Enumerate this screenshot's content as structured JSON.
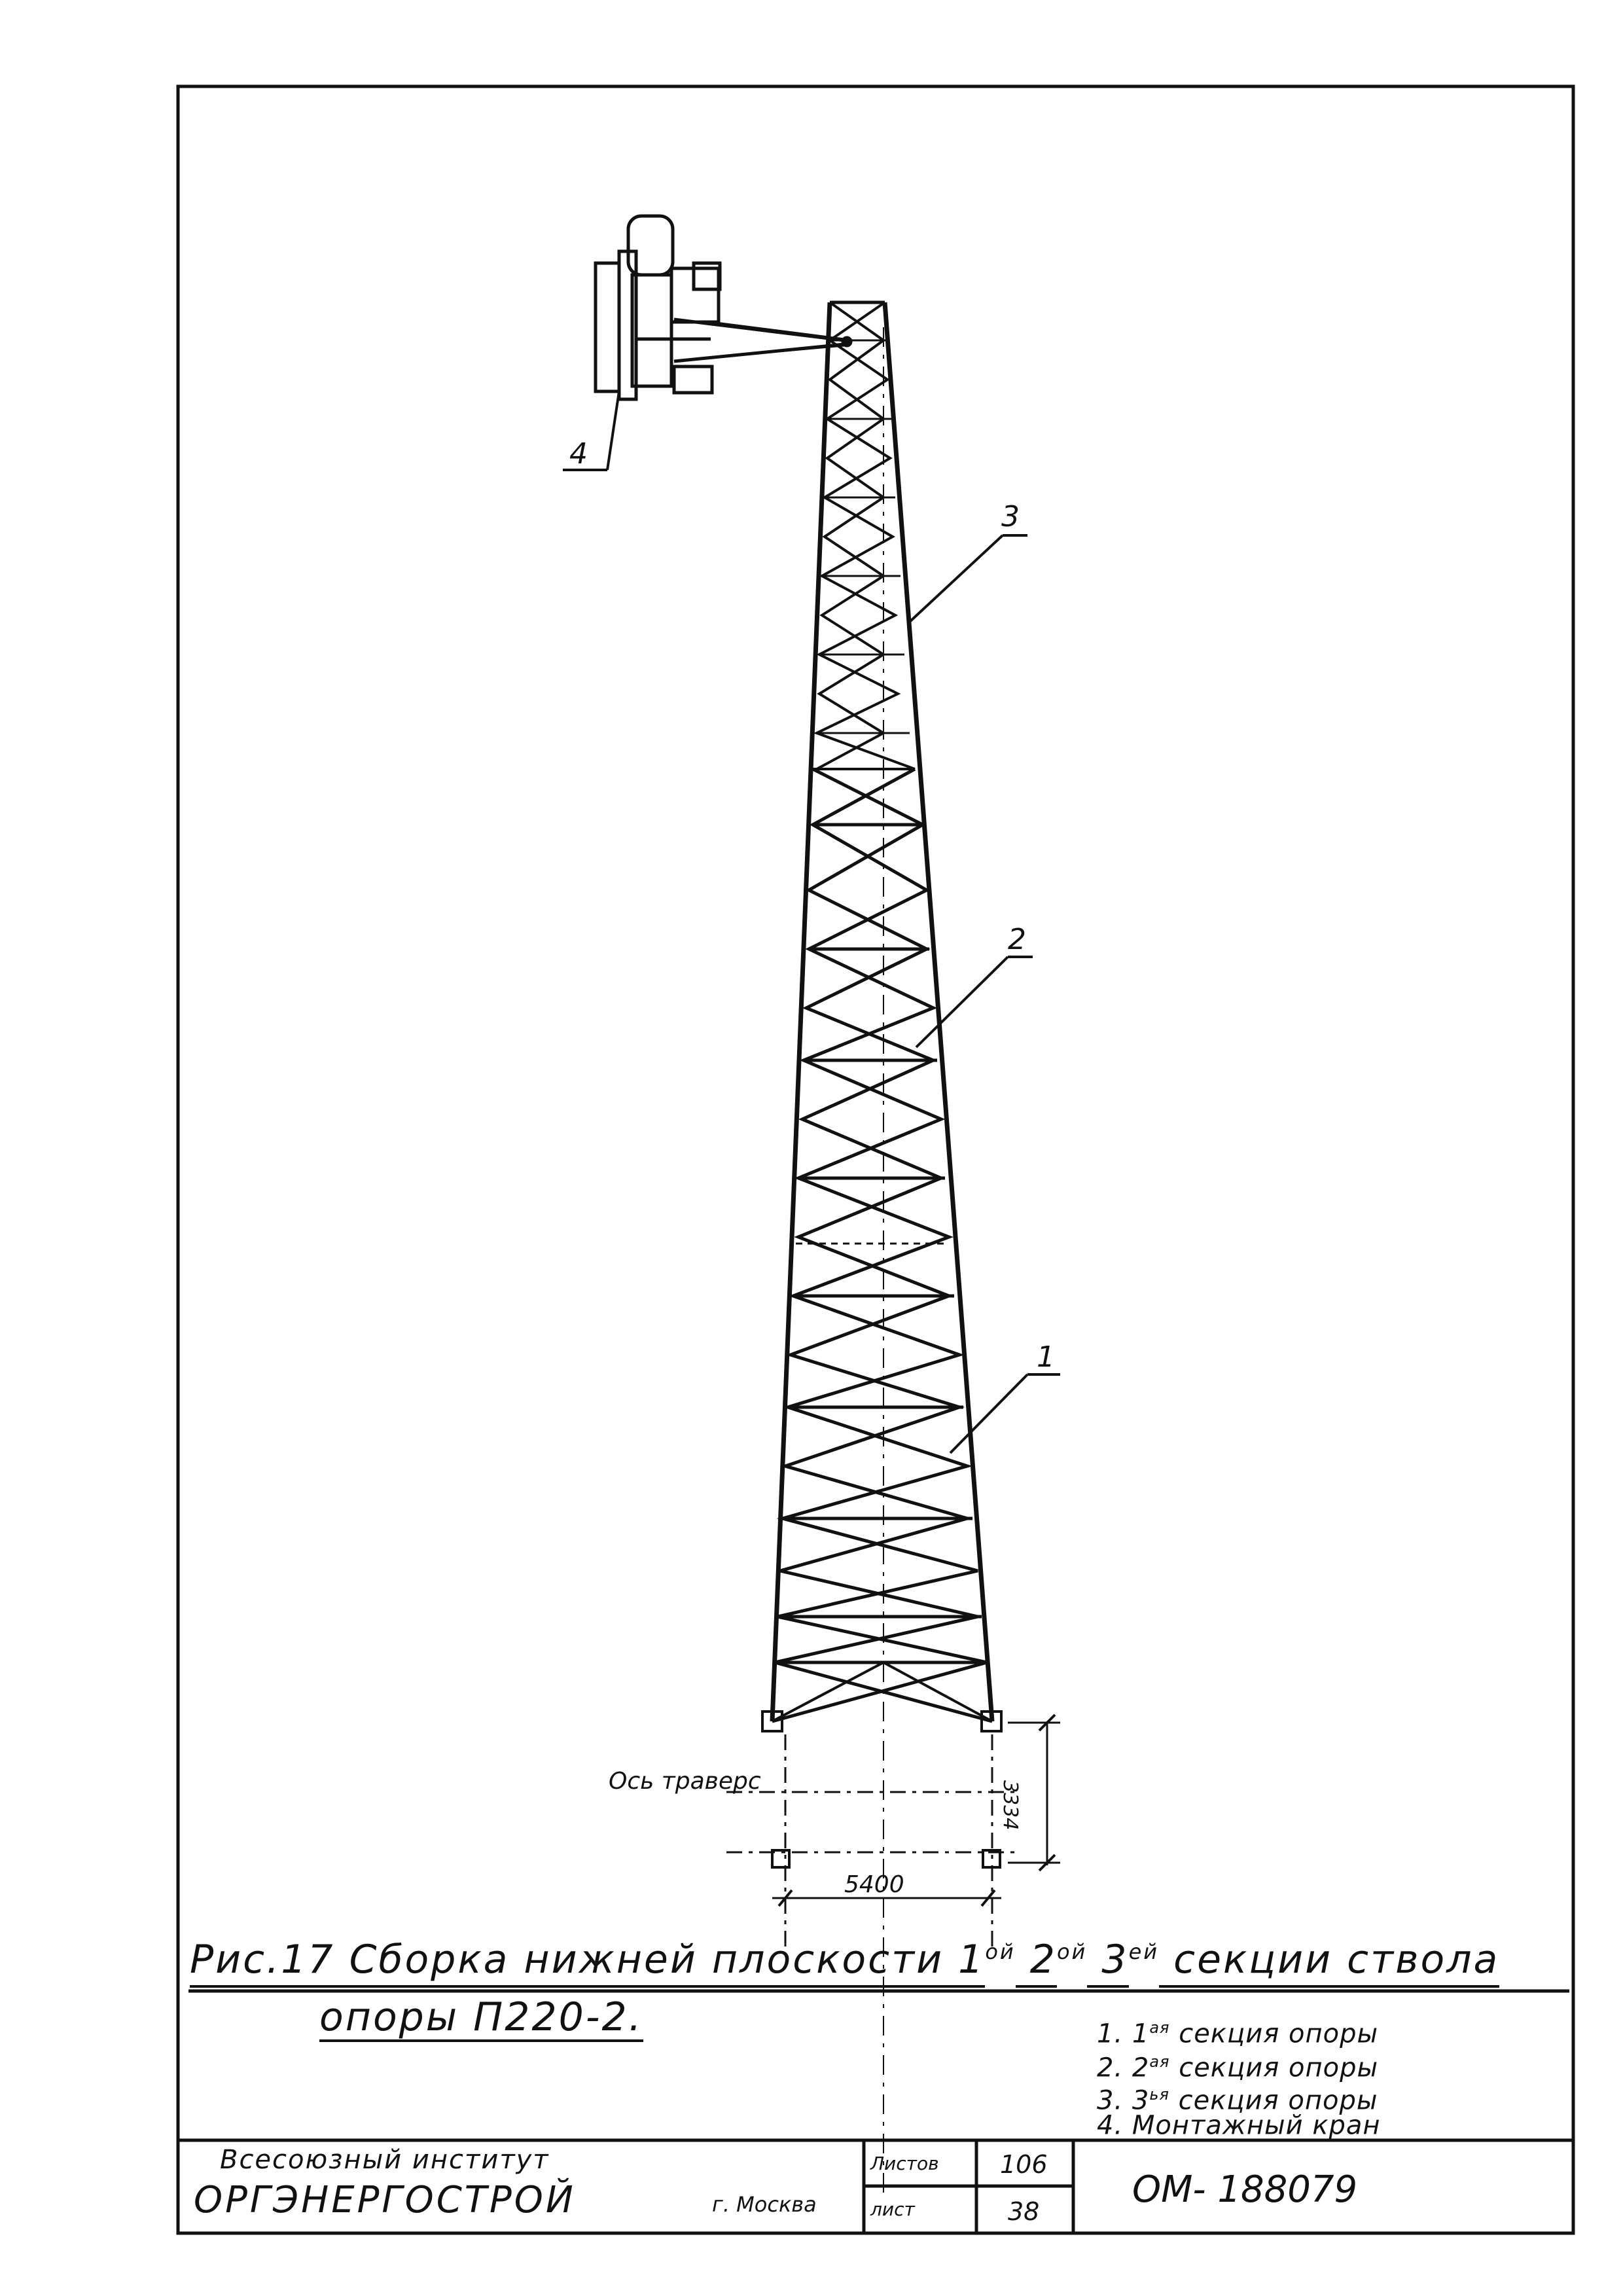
{
  "drawing": {
    "callouts": {
      "one": "1",
      "two": "2",
      "three": "3",
      "four": "4"
    },
    "axis_label": "Ось траверс",
    "dimension_width": "5400",
    "dimension_height": "3334"
  },
  "caption": {
    "line1_prefix": "Рис.17 Сборка нижней плоскости 1",
    "sup1": "ой",
    "mid1": " 2",
    "sup2": "ой",
    "mid2": " 3",
    "sup3": "ей",
    "line1_suffix": " секции ствола",
    "line2": "опоры П220-2."
  },
  "legend": [
    {
      "num": "1. 1",
      "sup": "ая",
      "text": "секция опоры"
    },
    {
      "num": "2. 2",
      "sup": "ая",
      "text": "секция опоры"
    },
    {
      "num": "3. 3",
      "sup": "ья",
      "text": "секция опоры"
    },
    {
      "num": "4.",
      "sup": "",
      "text": "Монтажный кран"
    }
  ],
  "title_block": {
    "org_line1": "Всесоюзный институт",
    "org_name": "ОРГЭНЕРГОСТРОЙ",
    "city": "г. Москва",
    "sheets_label": "Листов",
    "sheets_value": "106",
    "sheet_label": "лист",
    "sheet_value": "38",
    "doc_number": "ОМ- 188079"
  }
}
